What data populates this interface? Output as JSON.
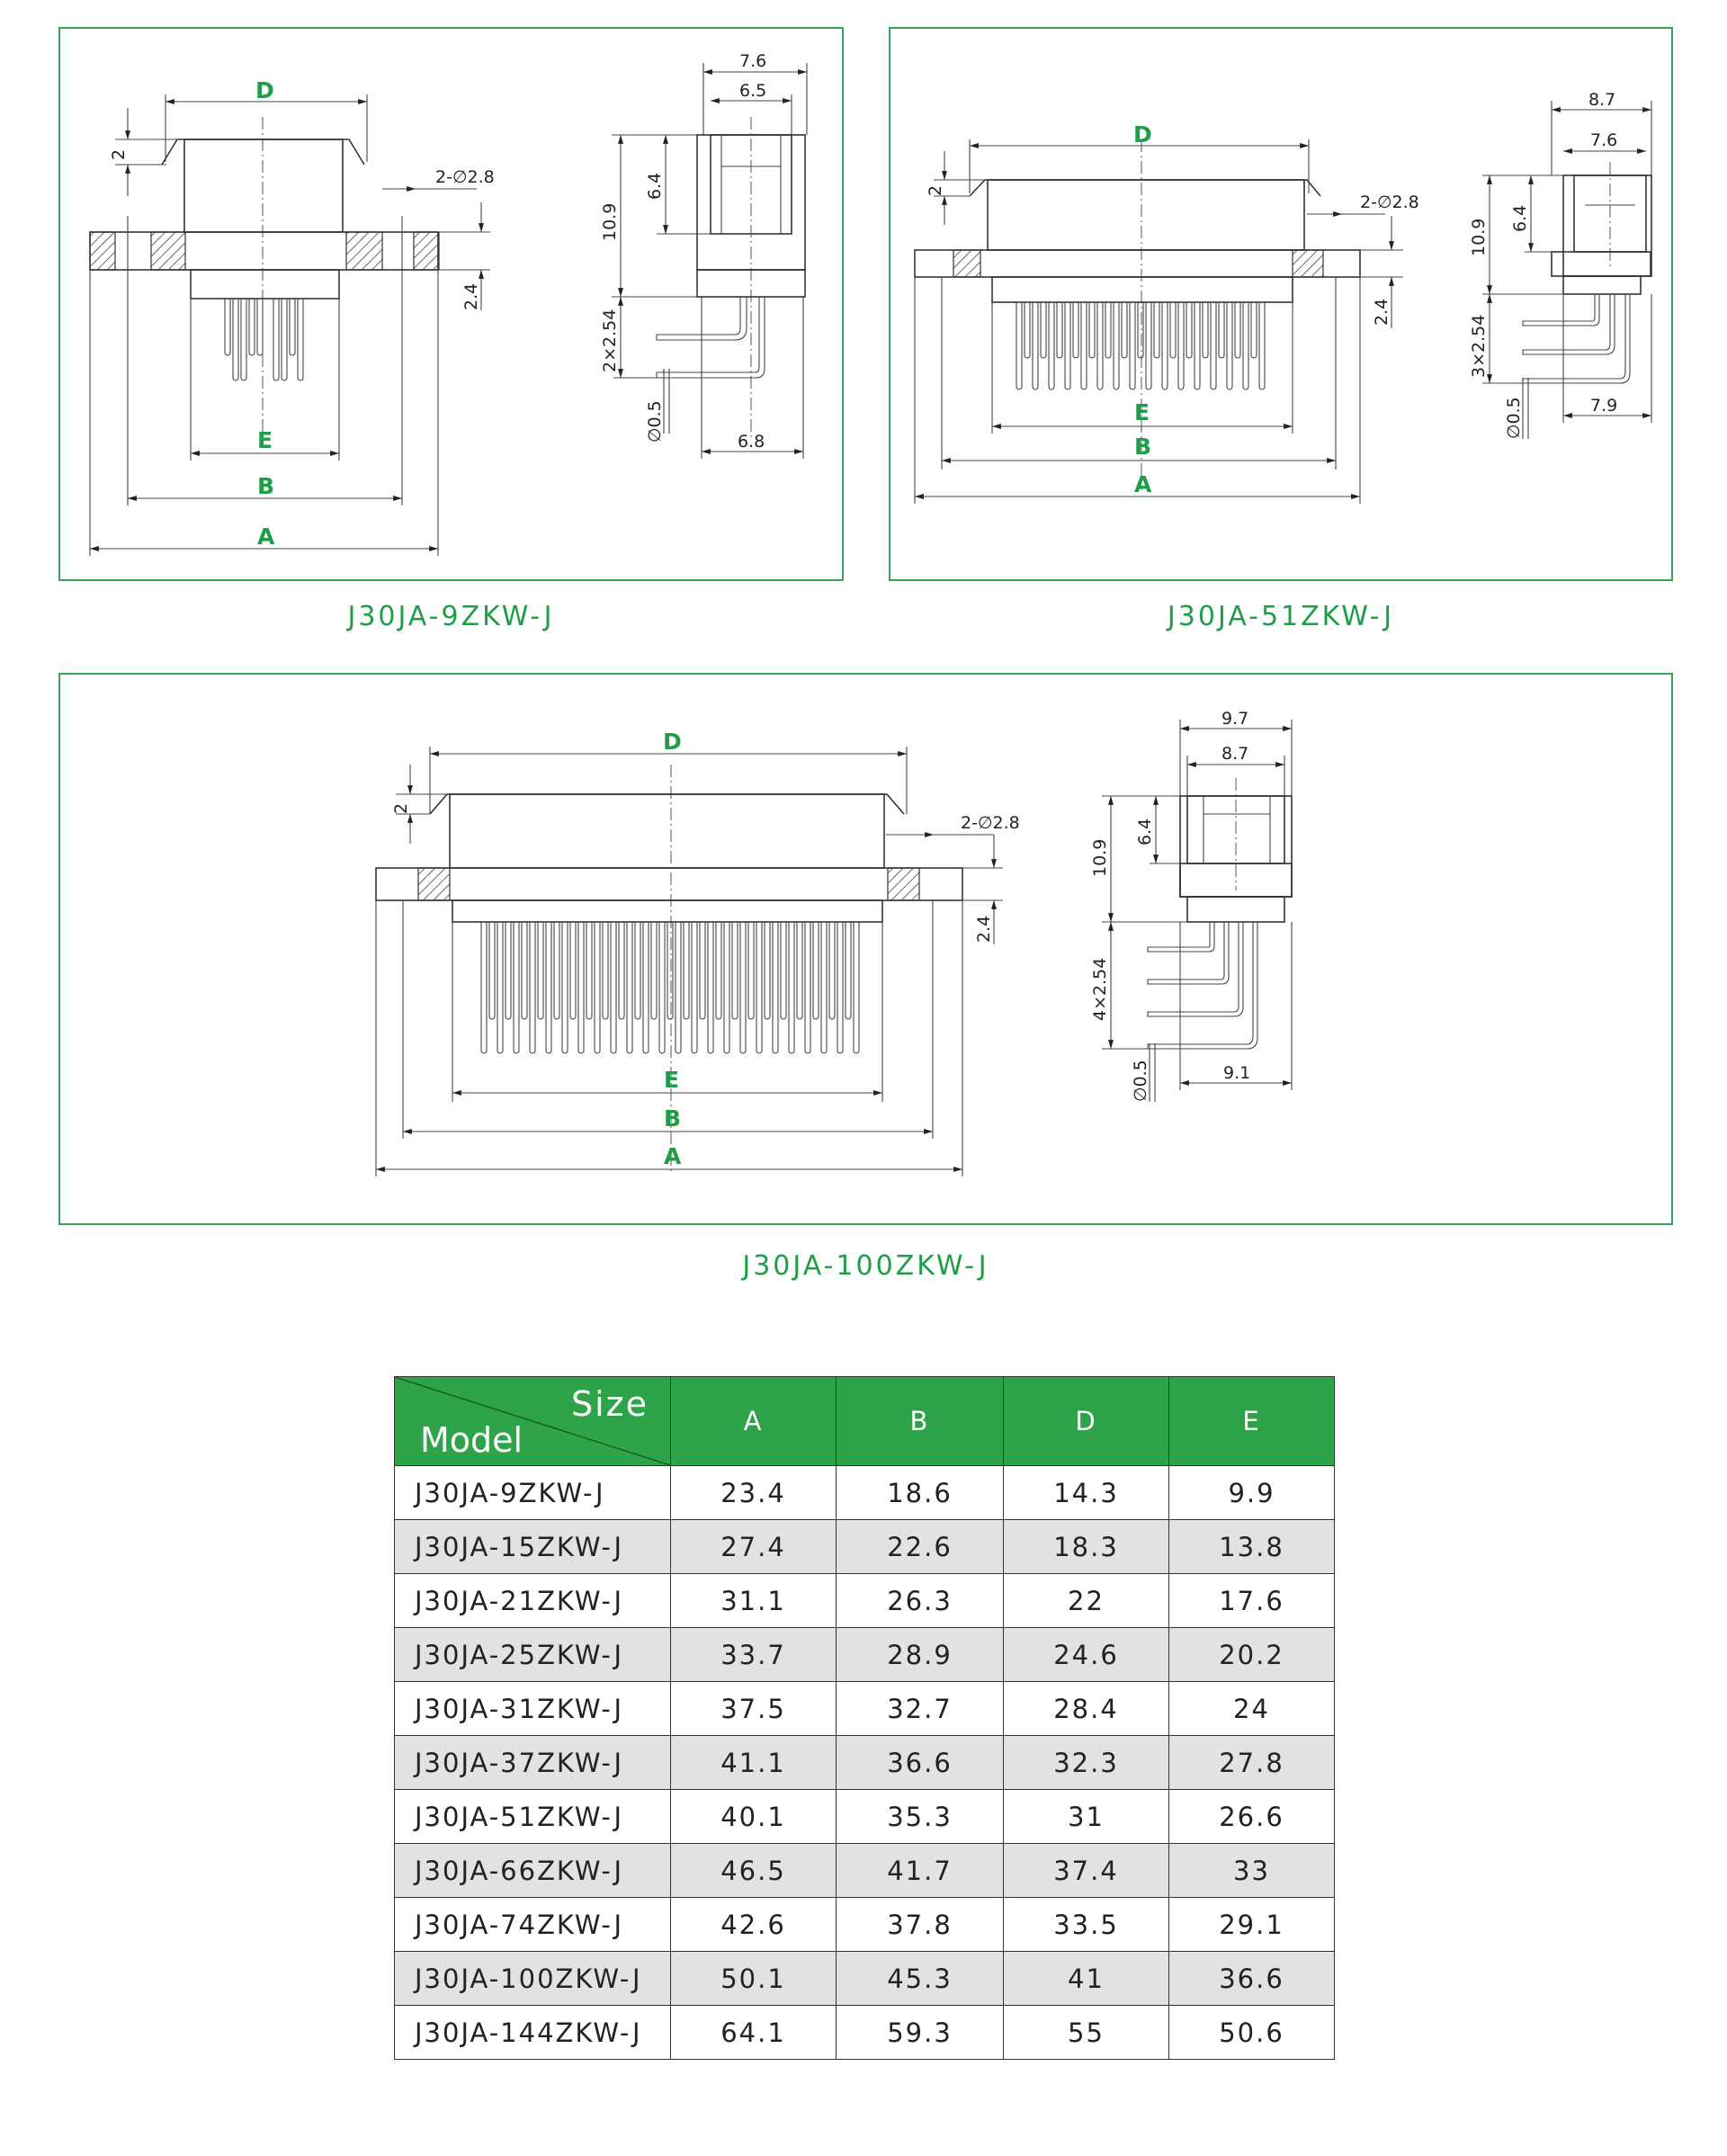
{
  "drawings": {
    "d9": {
      "caption": "J30JA-9ZKW-J",
      "letters": {
        "D": "D",
        "E": "E",
        "B": "B",
        "A": "A"
      },
      "dims": {
        "flange_h": "2",
        "holes": "2-∅2.8",
        "plate_t": "2.4",
        "w1": "7.6",
        "w2": "6.5",
        "h1": "10.9",
        "h2": "6.4",
        "pitch": "2×2.54",
        "pin_d": "∅0.5",
        "w3": "6.8"
      }
    },
    "d51": {
      "caption": "J30JA-51ZKW-J",
      "letters": {
        "D": "D",
        "E": "E",
        "B": "B",
        "A": "A"
      },
      "dims": {
        "flange_h": "2",
        "holes": "2-∅2.8",
        "plate_t": "2.4",
        "w1": "8.7",
        "w2": "7.6",
        "h1": "10.9",
        "h2": "6.4",
        "pitch": "3×2.54",
        "pin_d": "∅0.5",
        "w3": "7.9"
      }
    },
    "d100": {
      "caption": "J30JA-100ZKW-J",
      "letters": {
        "D": "D",
        "E": "E",
        "B": "B",
        "A": "A"
      },
      "dims": {
        "flange_h": "2",
        "holes": "2-∅2.8",
        "plate_t": "2.4",
        "w1": "9.7",
        "w2": "8.7",
        "h1": "10.9",
        "h2": "6.4",
        "pitch": "4×2.54",
        "pin_d": "∅0.5",
        "w3": "9.1"
      }
    }
  },
  "table": {
    "header": {
      "size": "Size",
      "model": "Model",
      "cols": [
        "A",
        "B",
        "D",
        "E"
      ]
    },
    "rows": [
      {
        "model": "J30JA-9ZKW-J",
        "A": "23.4",
        "B": "18.6",
        "D": "14.3",
        "E": "9.9"
      },
      {
        "model": "J30JA-15ZKW-J",
        "A": "27.4",
        "B": "22.6",
        "D": "18.3",
        "E": "13.8"
      },
      {
        "model": "J30JA-21ZKW-J",
        "A": "31.1",
        "B": "26.3",
        "D": "22",
        "E": "17.6"
      },
      {
        "model": "J30JA-25ZKW-J",
        "A": "33.7",
        "B": "28.9",
        "D": "24.6",
        "E": "20.2"
      },
      {
        "model": "J30JA-31ZKW-J",
        "A": "37.5",
        "B": "32.7",
        "D": "28.4",
        "E": "24"
      },
      {
        "model": "J30JA-37ZKW-J",
        "A": "41.1",
        "B": "36.6",
        "D": "32.3",
        "E": "27.8"
      },
      {
        "model": "J30JA-51ZKW-J",
        "A": "40.1",
        "B": "35.3",
        "D": "31",
        "E": "26.6"
      },
      {
        "model": "J30JA-66ZKW-J",
        "A": "46.5",
        "B": "41.7",
        "D": "37.4",
        "E": "33"
      },
      {
        "model": "J30JA-74ZKW-J",
        "A": "42.6",
        "B": "37.8",
        "D": "33.5",
        "E": "29.1"
      },
      {
        "model": "J30JA-100ZKW-J",
        "A": "50.1",
        "B": "45.3",
        "D": "41",
        "E": "36.6"
      },
      {
        "model": "J30JA-144ZKW-J",
        "A": "64.1",
        "B": "59.3",
        "D": "55",
        "E": "50.6"
      }
    ]
  }
}
